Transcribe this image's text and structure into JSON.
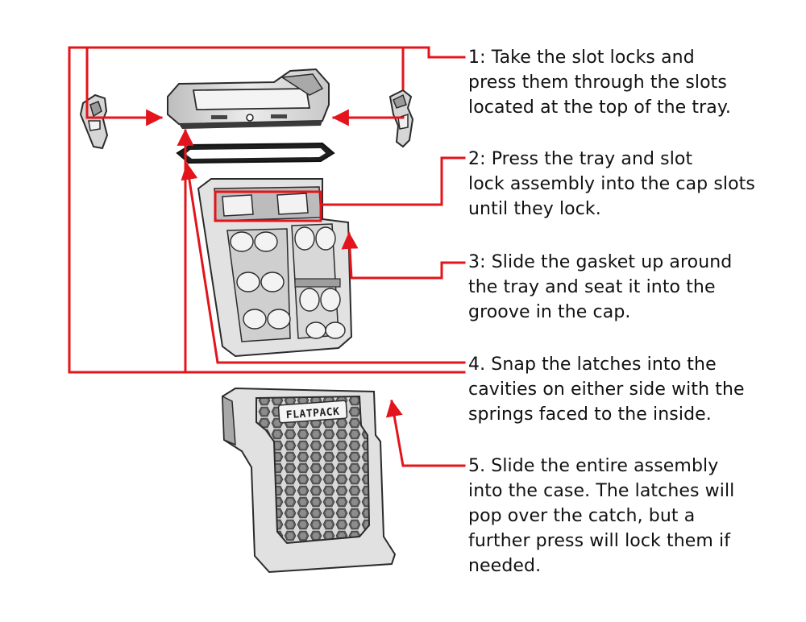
{
  "diagram": {
    "product_label": "FLATPACK",
    "arrow_color": "#e3141b",
    "steps": [
      {
        "text": "1: Take the slot locks and\npress them through the slots\nlocated at the top of the tray."
      },
      {
        "text": "2: Press the tray and slot\nlock assembly into the cap slots\nuntil they lock."
      },
      {
        "text": "3: Slide the gasket up around\nthe tray and seat it into the\ngroove in the cap."
      },
      {
        "text": "4. Snap the latches into the\ncavities on either side with the\nsprings faced to the inside."
      },
      {
        "text": "5.  Slide the entire assembly\ninto the case.  The latches will\npop over the catch, but a\nfurther press will lock them if\nneeded."
      }
    ]
  }
}
